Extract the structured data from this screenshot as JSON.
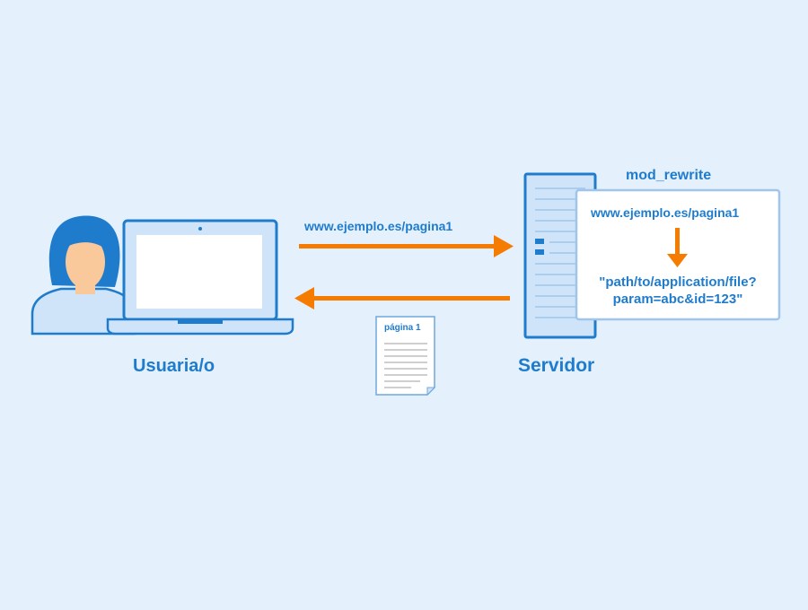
{
  "user": {
    "label": "Usuaria/o"
  },
  "server": {
    "label": "Servidor"
  },
  "module": {
    "label": "mod_rewrite"
  },
  "request": {
    "url": "www.ejemplo.es/pagina1"
  },
  "rewrite": {
    "from_url": "www.ejemplo.es/pagina1",
    "to_path_line1": "\"path/to/application/file?",
    "to_path_line2": "param=abc&id=123\""
  },
  "response": {
    "document_title": "página 1"
  },
  "colors": {
    "background": "#e4f0fc",
    "primary_blue": "#1f7ccd",
    "arrow_orange": "#f57c00",
    "skin": "#f9c89b",
    "panel_white": "#ffffff"
  }
}
